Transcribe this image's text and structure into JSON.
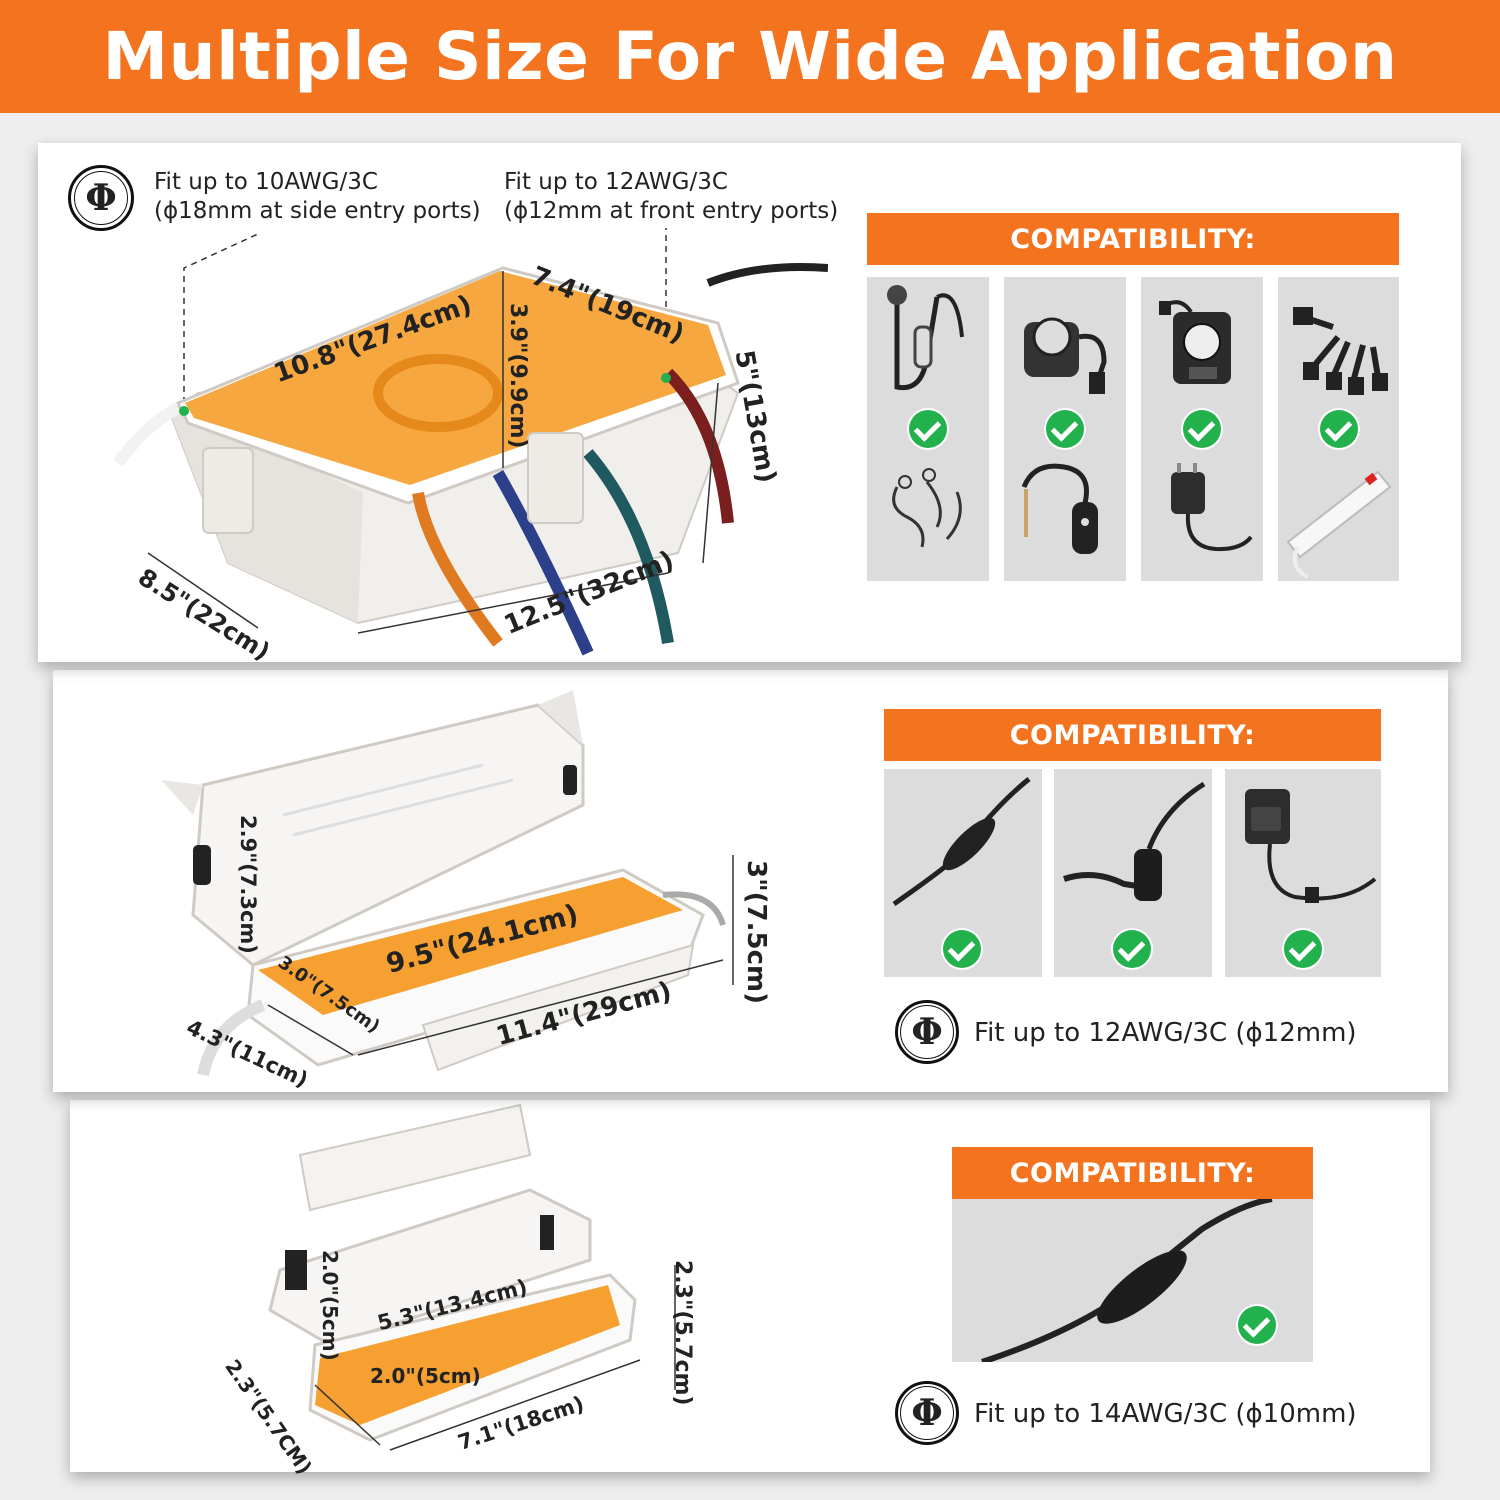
{
  "banner": {
    "title": "Multiple Size For Wide Application"
  },
  "large": {
    "side_fit_line1": "Fit up to 10AWG/3C",
    "side_fit_line2": "(ϕ18mm at side entry ports)",
    "front_fit_line1": "Fit up to 12AWG/3C",
    "front_fit_line2": "(ϕ12mm at front entry ports)",
    "phi_symbol": "Φ",
    "compat_title": "COMPATIBILITY:",
    "dims": {
      "top_length": "10.8\"(27.4cm)",
      "top_depth": "7.4\"(19cm)",
      "inner_height": "3.9\"(9.9cm)",
      "outer_height": "5\"(13cm)",
      "outer_depth": "8.5\"(22cm)",
      "outer_length": "12.5\"(32cm)"
    },
    "devices": [
      "ev-charger-icon",
      "outdoor-timer-icon",
      "mechanical-timer-icon",
      "power-splitter-icon",
      "cable-splitter-icon",
      "inline-gfci-cord-icon",
      "power-adapter-icon",
      "power-strip-icon"
    ]
  },
  "medium": {
    "compat_title": "COMPATIBILITY:",
    "fit_line": "Fit up to 12AWG/3C (ϕ12mm)",
    "phi_symbol": "Φ",
    "dims": {
      "inner_height": "2.9\"(7.3cm)",
      "inner_length": "9.5\"(24.1cm)",
      "inner_width": "3.0\"(7.5cm)",
      "outer_height": "3\"(7.5cm)",
      "outer_length": "11.4\"(29cm)",
      "outer_width": "4.3\"(11cm)"
    },
    "devices": [
      "inline-cord-icon",
      "cord-connector-icon",
      "power-adapter-icon"
    ]
  },
  "small": {
    "compat_title": "COMPATIBILITY:",
    "fit_line": "Fit up to 14AWG/3C (ϕ10mm)",
    "phi_symbol": "Φ",
    "dims": {
      "inner_height": "2.0\"(5cm)",
      "inner_length": "5.3\"(13.4cm)",
      "inner_width": "2.0\"(5cm)",
      "outer_height": "2.3\"(5.7cm)",
      "outer_length": "7.1\"(18cm)",
      "outer_width": "2.3\"(5.7CM)"
    },
    "devices": [
      "inline-cord-icon"
    ]
  },
  "colors": {
    "accent": "#f4731f",
    "highlight": "#f5a030",
    "check": "#22b14c"
  }
}
